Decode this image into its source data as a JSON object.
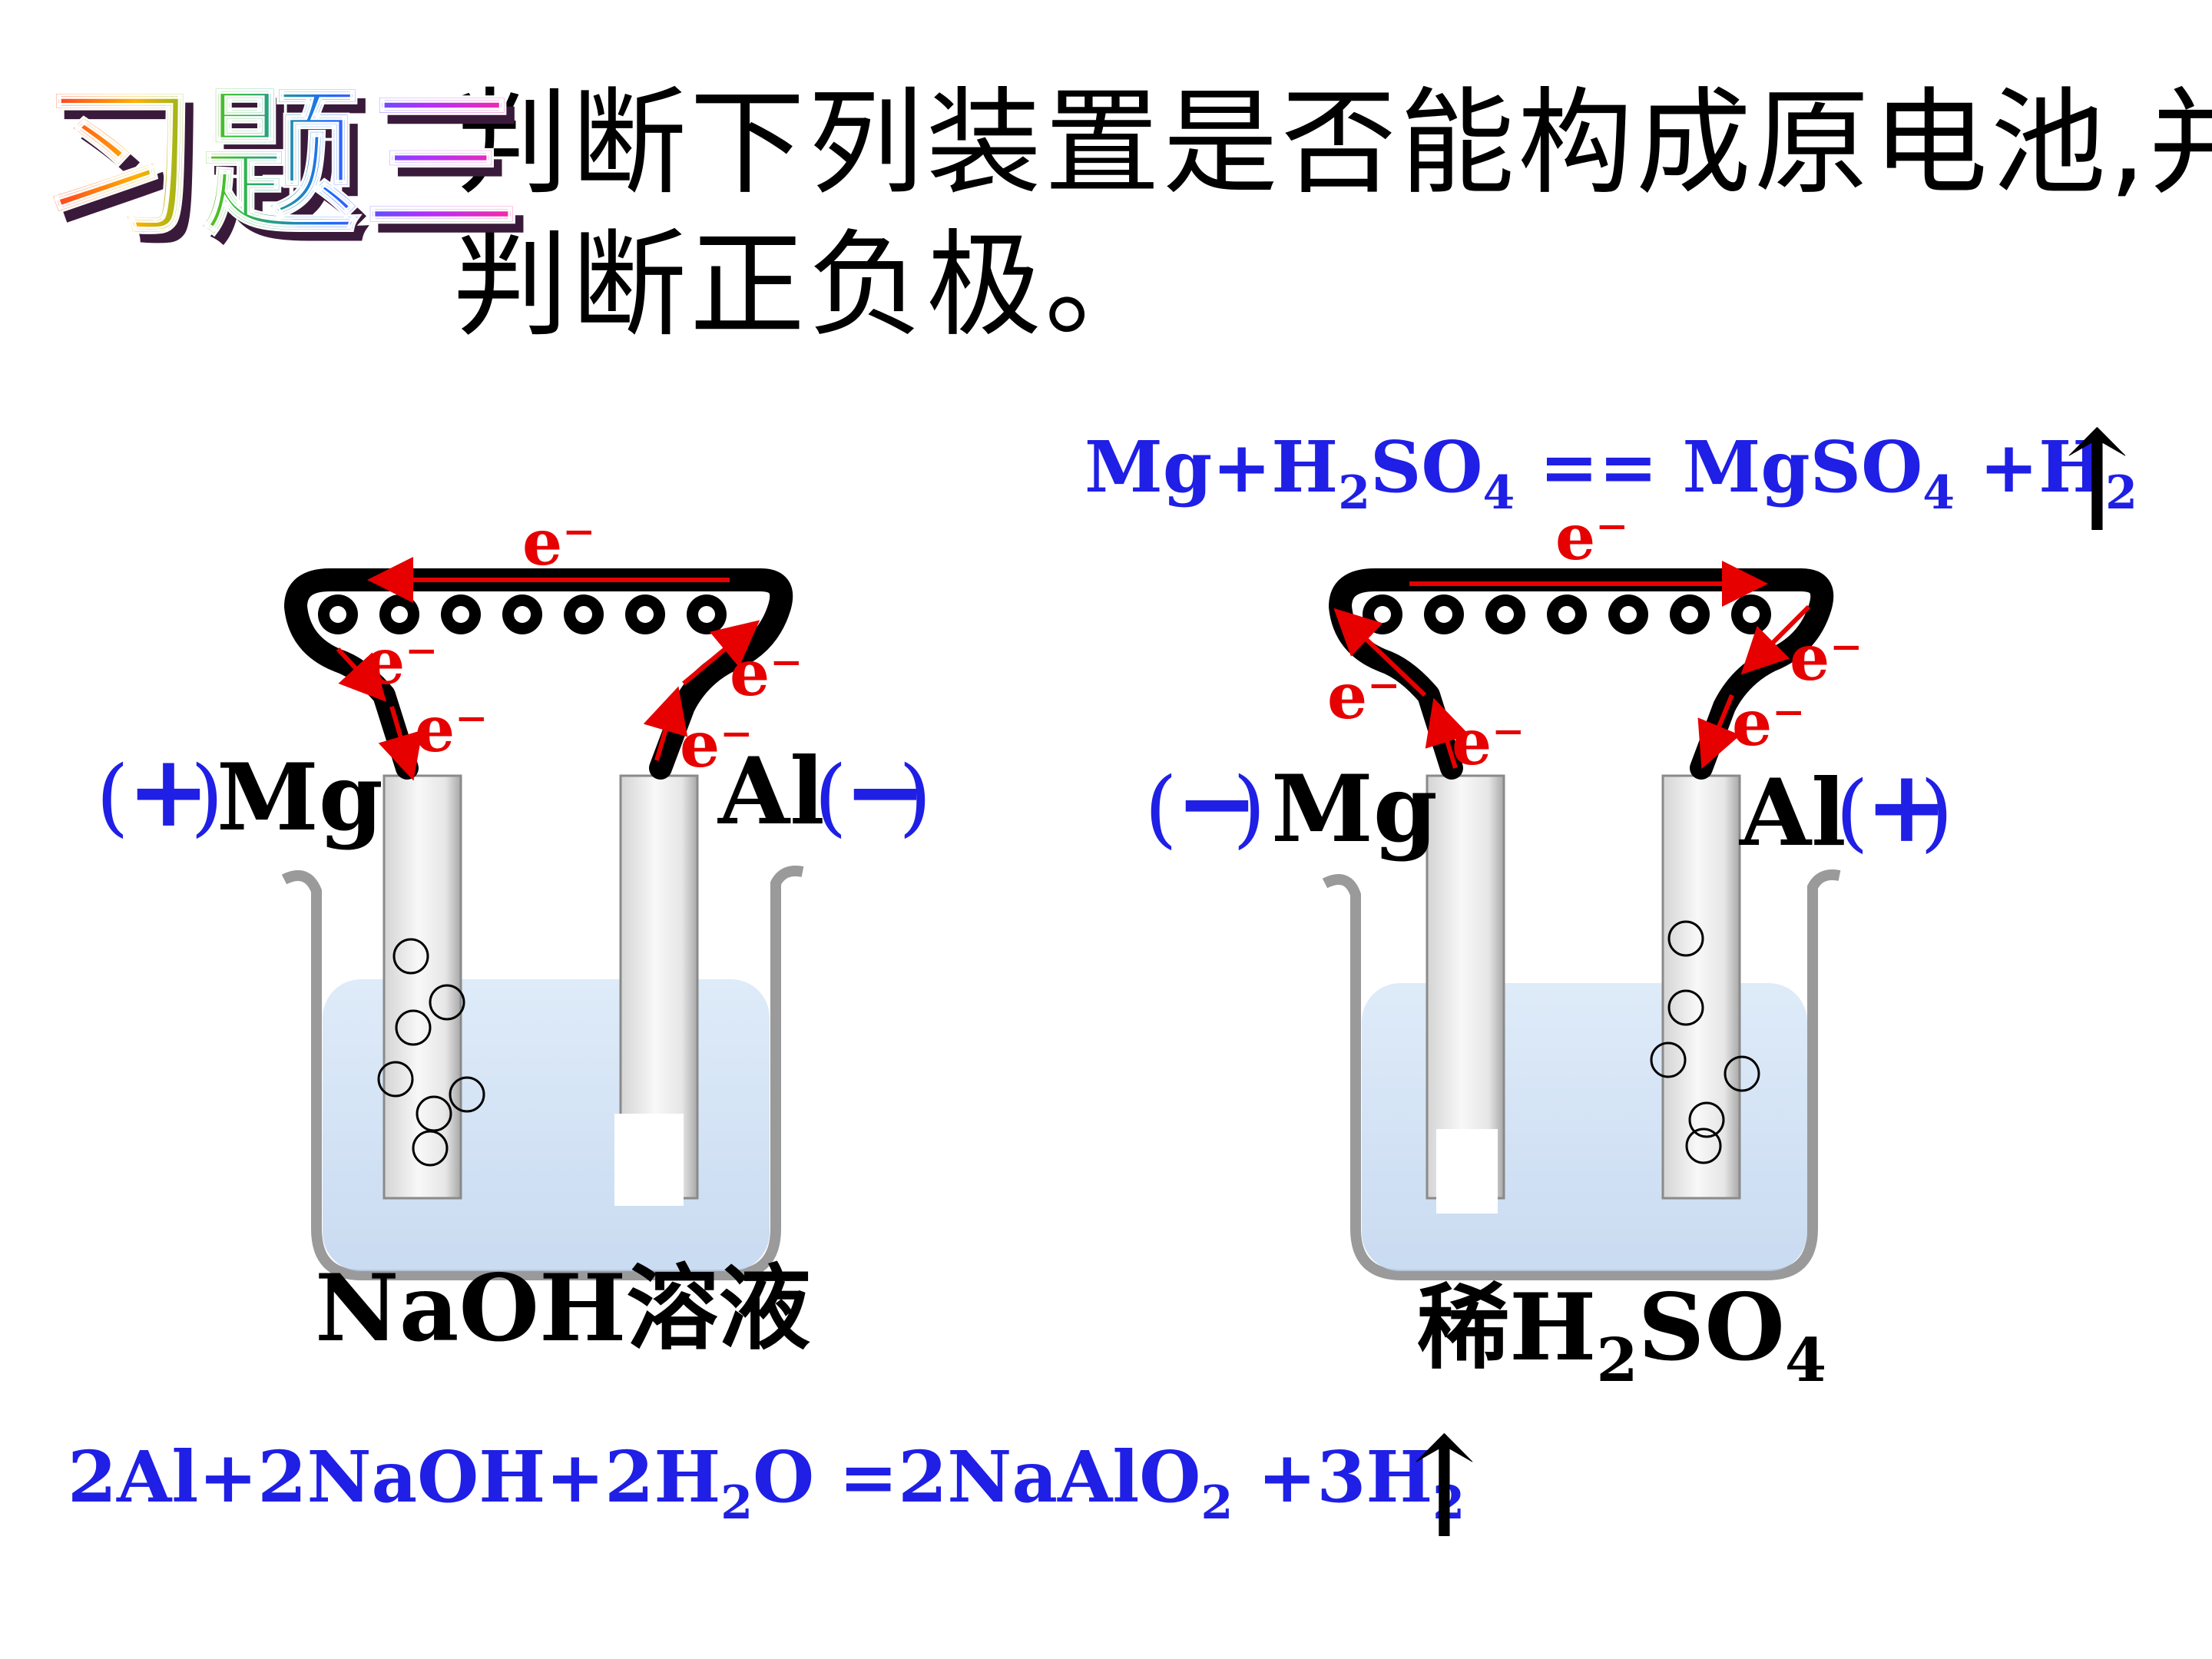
{
  "header": {
    "badge": "习题三",
    "question_line1": "判断下列装置是否能构成原电池,并",
    "question_line2": "判断正负极。"
  },
  "colors": {
    "equation": "#1f1fe6",
    "electron": "#e60000",
    "sign": "#1f1fe6",
    "text": "#000000"
  },
  "electron_label": "e⁻",
  "cell_left": {
    "electrode_left": {
      "name": "Mg",
      "sign": "+"
    },
    "electrode_right": {
      "name": "Al",
      "sign": "−"
    },
    "solution": "NaOH溶液",
    "equation": {
      "parts": [
        "2Al+2NaOH+2H",
        "2",
        "O =2NaAlO",
        "2",
        " +3H",
        "2"
      ],
      "arrow": "↑"
    }
  },
  "cell_right": {
    "electrode_left": {
      "name": "Mg",
      "sign": "−"
    },
    "electrode_right": {
      "name": "Al",
      "sign": "+"
    },
    "solution": {
      "prefix": "稀H",
      "sub1": "2",
      "mid": "SO",
      "sub2": "4"
    },
    "equation": {
      "parts": [
        "Mg+H",
        "2",
        "SO",
        "4",
        " == MgSO",
        "4",
        " +H",
        "2"
      ],
      "arrow": "↑"
    }
  }
}
